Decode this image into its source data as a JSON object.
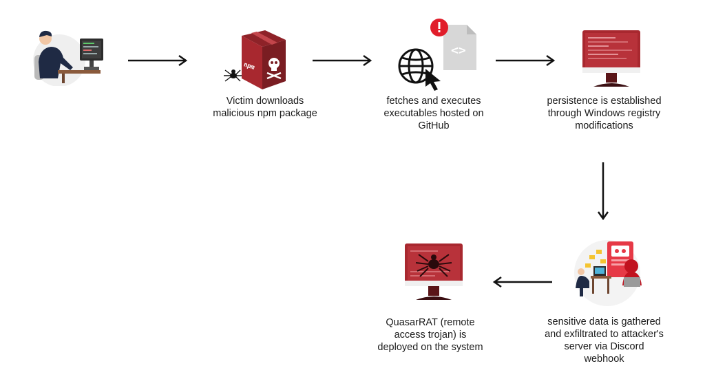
{
  "steps": [
    {
      "id": "victim",
      "icon": "person-at-computer-icon",
      "caption": ""
    },
    {
      "id": "download",
      "icon": "malicious-package-icon",
      "caption": "Victim downloads\nmalicious npm package",
      "package_label": "npm"
    },
    {
      "id": "fetch",
      "icon": "globe-cursor-code-file-icon",
      "caption": "fetches and executes\nexecutables hosted on\nGitHub"
    },
    {
      "id": "persistence",
      "icon": "infected-monitor-icon",
      "caption": "persistence is established\nthrough Windows registry\nmodifications"
    },
    {
      "id": "exfiltrate",
      "icon": "data-exfiltration-icon",
      "caption": "sensitive data is gathered\nand exfiltrated to attacker's\nserver via Discord\nwebhook"
    },
    {
      "id": "rat",
      "icon": "spider-monitor-icon",
      "caption": "QuasarRAT (remote\naccess trojan) is\ndeployed on the system"
    }
  ],
  "colors": {
    "brand_red": "#a8282f",
    "dark_red": "#7a1d22",
    "alert_red": "#e11d2a",
    "navy": "#1f2a44",
    "arrow": "#111111"
  }
}
